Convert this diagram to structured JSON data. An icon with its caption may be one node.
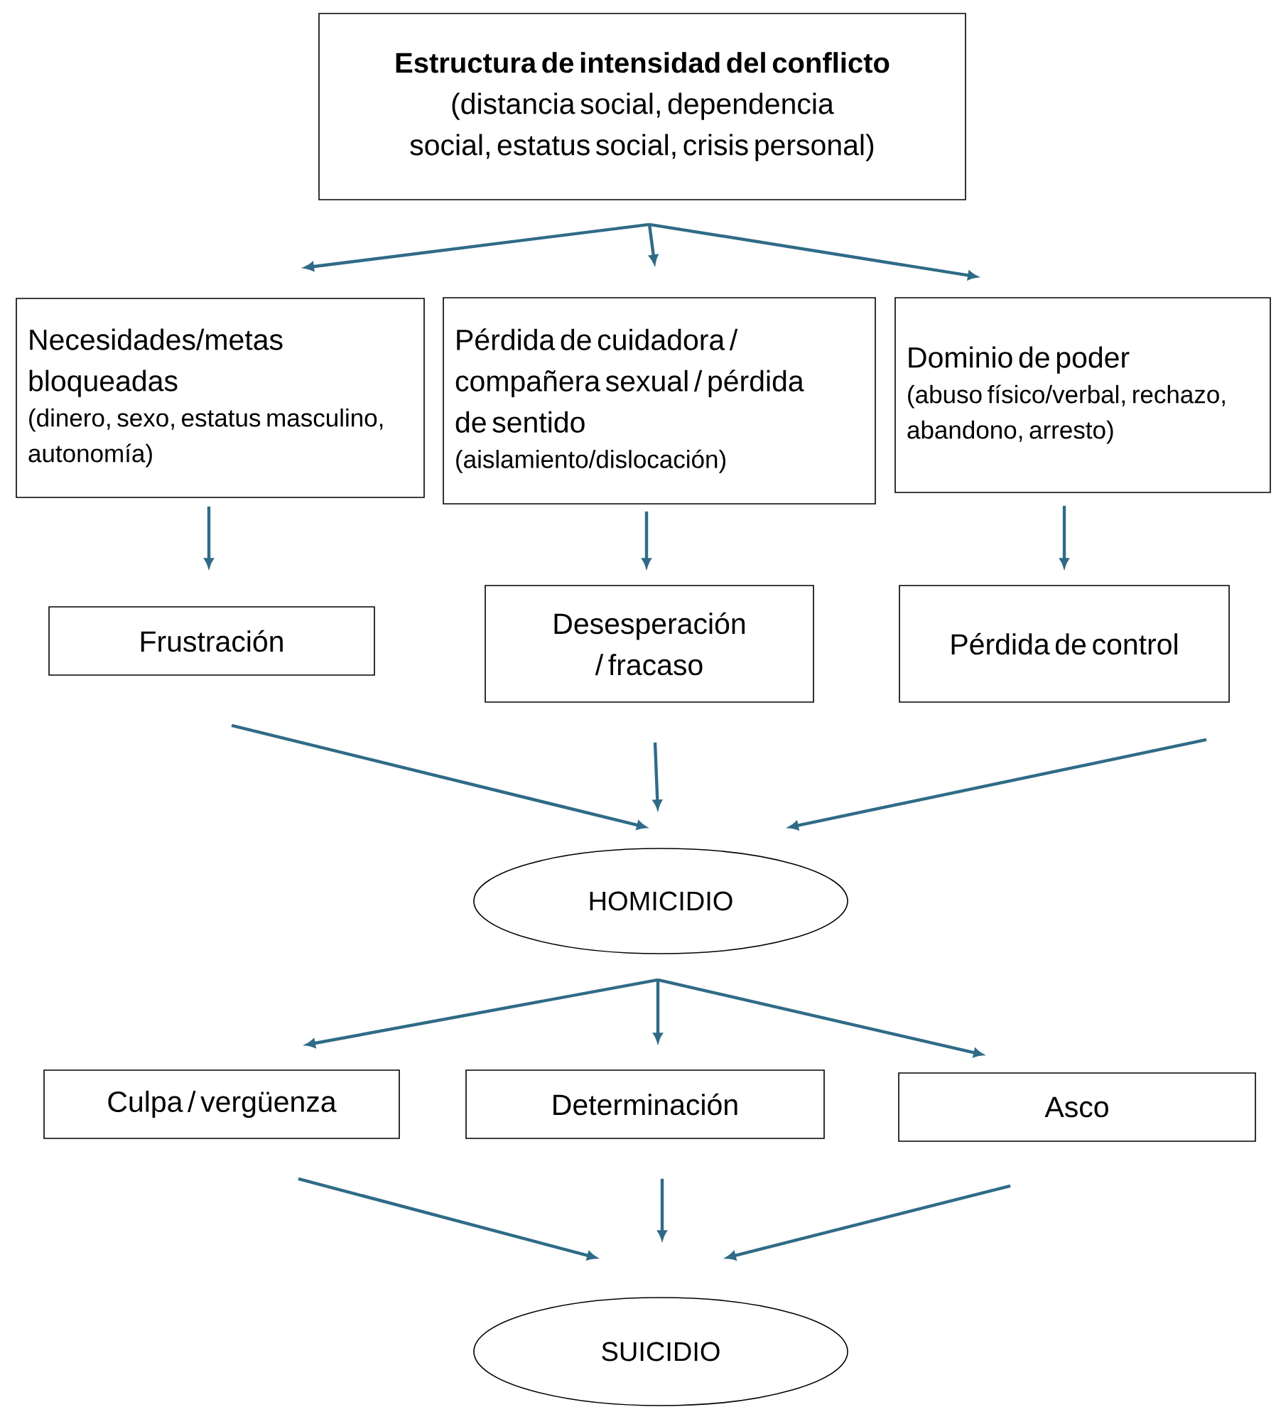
{
  "diagram": {
    "nodes": [
      {
        "text": [
          "Estructura de intensidad del conflicto",
          "(distancia social, dependencia social, estatus social, crisis personal)"
        ]
      },
      {
        "text": [
          "Necesidades/metas bloqueadas",
          "(dinero, sexo, estatus masculino, autonomía)"
        ]
      },
      {
        "text": [
          "Pérdida de cuidadora / compañera sexual / pérdida de sentido",
          "(aislamiento/dislocación)"
        ]
      },
      {
        "text": [
          "Dominio de poder",
          "(abuso físico/verbal, rechazo, abandono, arresto)"
        ]
      },
      {
        "text": [
          "Frustración"
        ]
      },
      {
        "text": [
          "Desesperación / fracaso"
        ]
      },
      {
        "text": [
          "Pérdida de control"
        ]
      },
      {
        "text": [
          "HOMICIDIO"
        ]
      },
      {
        "text": [
          "Culpa / vergüenza"
        ]
      },
      {
        "text": [
          "Determinación"
        ]
      },
      {
        "text": [
          "Asco"
        ]
      },
      {
        "text": [
          "SUICIDIO"
        ]
      }
    ],
    "edges": [
      {
        "from": 0,
        "to": 1,
        "arrow": "to"
      },
      {
        "from": 0,
        "to": 2,
        "arrow": "to"
      },
      {
        "from": 0,
        "to": 3,
        "arrow": "to"
      },
      {
        "from": 1,
        "to": 4,
        "arrow": "to"
      },
      {
        "from": 2,
        "to": 5,
        "arrow": "to"
      },
      {
        "from": 3,
        "to": 6,
        "arrow": "to"
      },
      {
        "from": 4,
        "to": 7,
        "arrow": "to"
      },
      {
        "from": 5,
        "to": 7,
        "arrow": "to"
      },
      {
        "from": 6,
        "to": 7,
        "arrow": "to"
      },
      {
        "from": 7,
        "to": 8,
        "arrow": "to"
      },
      {
        "from": 7,
        "to": 9,
        "arrow": "to"
      },
      {
        "from": 7,
        "to": 10,
        "arrow": "to"
      },
      {
        "from": 8,
        "to": 11,
        "arrow": "to"
      },
      {
        "from": 9,
        "to": 11,
        "arrow": "to"
      },
      {
        "from": 10,
        "to": 11,
        "arrow": "to"
      }
    ]
  }
}
